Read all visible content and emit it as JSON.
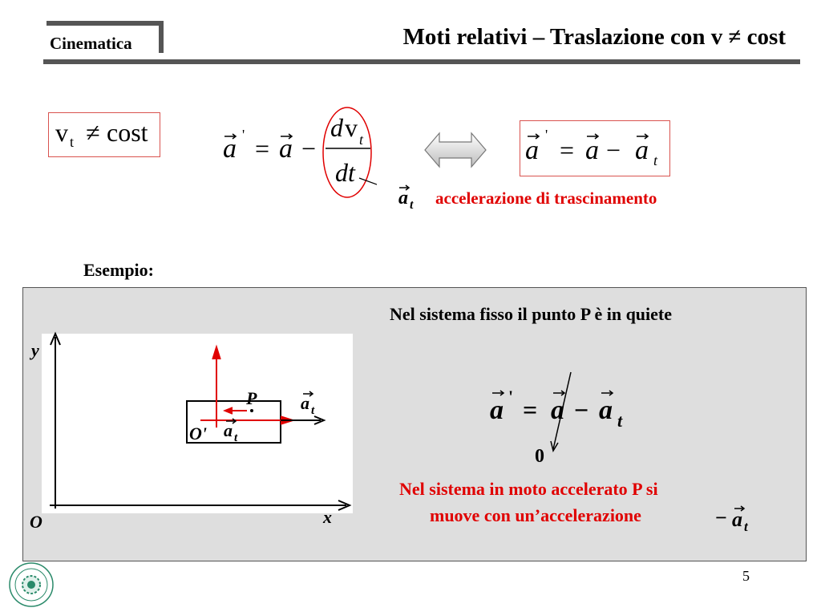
{
  "header": {
    "section": "Cinematica",
    "title": "Moti relativi – Traslazione con v ≠ cost"
  },
  "condition": {
    "v": "v",
    "sub": "t",
    "neq": "≠",
    "cost": "cost"
  },
  "formula1": {
    "a": "a",
    "prime": "'",
    "eq": "=",
    "minus": "−",
    "num_d": "d",
    "num_v": "v",
    "num_sub": "t",
    "den": "dt"
  },
  "formula2": {
    "a": "a",
    "prime": "'",
    "eq": "=",
    "minus": "−",
    "sub": "t"
  },
  "pointer": {
    "a": "a",
    "sub": "t",
    "label": "accelerazione di trascinamento"
  },
  "example": {
    "label": "Esempio:",
    "fixed_text": "Nel sistema fisso il punto P è in quiete",
    "zero": "0",
    "moving_text_line1": "Nel sistema in moto accelerato P si",
    "moving_text_line2": "muove con un’accelerazione",
    "neg_sign": "−",
    "neg_a": "a",
    "neg_sub": "t"
  },
  "diagram": {
    "y_label": "y",
    "x_label": "x",
    "origin_label": "O",
    "origin_prime_label": "O'",
    "point_label": "P",
    "at_inner_a": "a",
    "at_inner_sub": "t",
    "at_outer_a": "a",
    "at_outer_sub": "t"
  },
  "example_formula": {
    "a": "a",
    "prime": "'",
    "eq": "=",
    "minus": "−",
    "sub": "t"
  },
  "footer": {
    "page": "5"
  },
  "colors": {
    "accent_red": "#e00000",
    "panel_gray": "#dedede",
    "bar_gray": "#555555"
  }
}
